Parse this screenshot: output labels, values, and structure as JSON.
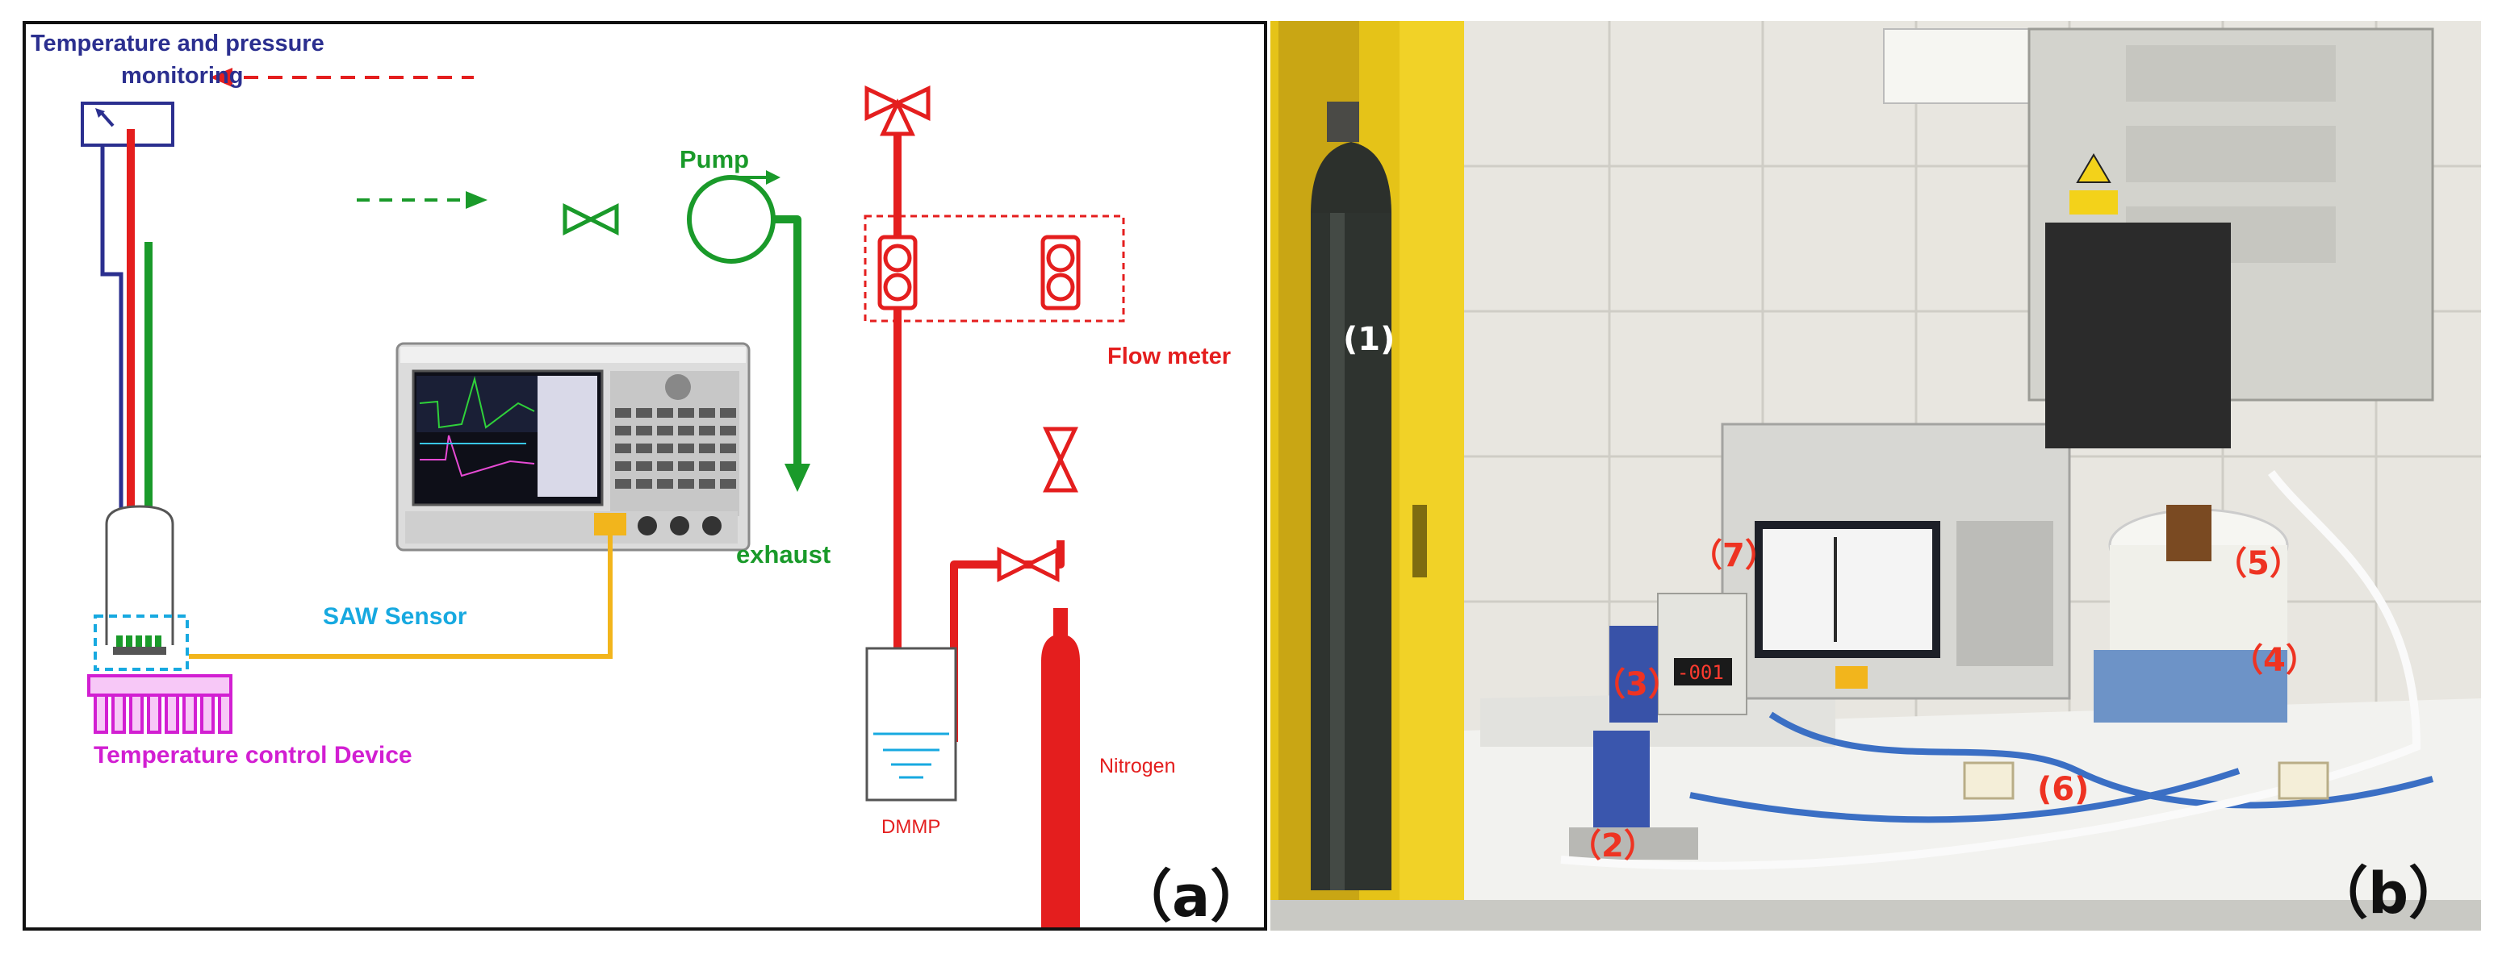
{
  "panel_a": {
    "monitor_label_line1": "Temperature and pressure",
    "monitor_label_line2": "monitoring",
    "pump_label": "Pump",
    "flow_meter_label": "Flow meter",
    "exhaust_label": "exhaust",
    "saw_sensor_label": "SAW Sensor",
    "temperature_control_label": "Temperature control Device",
    "dmmp_label": "DMMP",
    "nitrogen_label": "Nitrogen",
    "panel_tag": "（a）"
  },
  "panel_b": {
    "labels": {
      "cylinder": "(1)",
      "mfc_lower": "（2）",
      "mfc_upper": "（3）",
      "heater": "（4）",
      "bubbler": "（5）",
      "tubing": "(6)",
      "analyzer": "（7）"
    },
    "controller_display": "-001",
    "panel_tag": "（b）"
  },
  "colors": {
    "red_line": "#e41e1e",
    "green_line": "#1a9a2a",
    "navy_line": "#2b2f8f",
    "yellow_line": "#f2b51c",
    "cyan_box": "#17a9e0",
    "magenta_device": "#d21fd2"
  }
}
